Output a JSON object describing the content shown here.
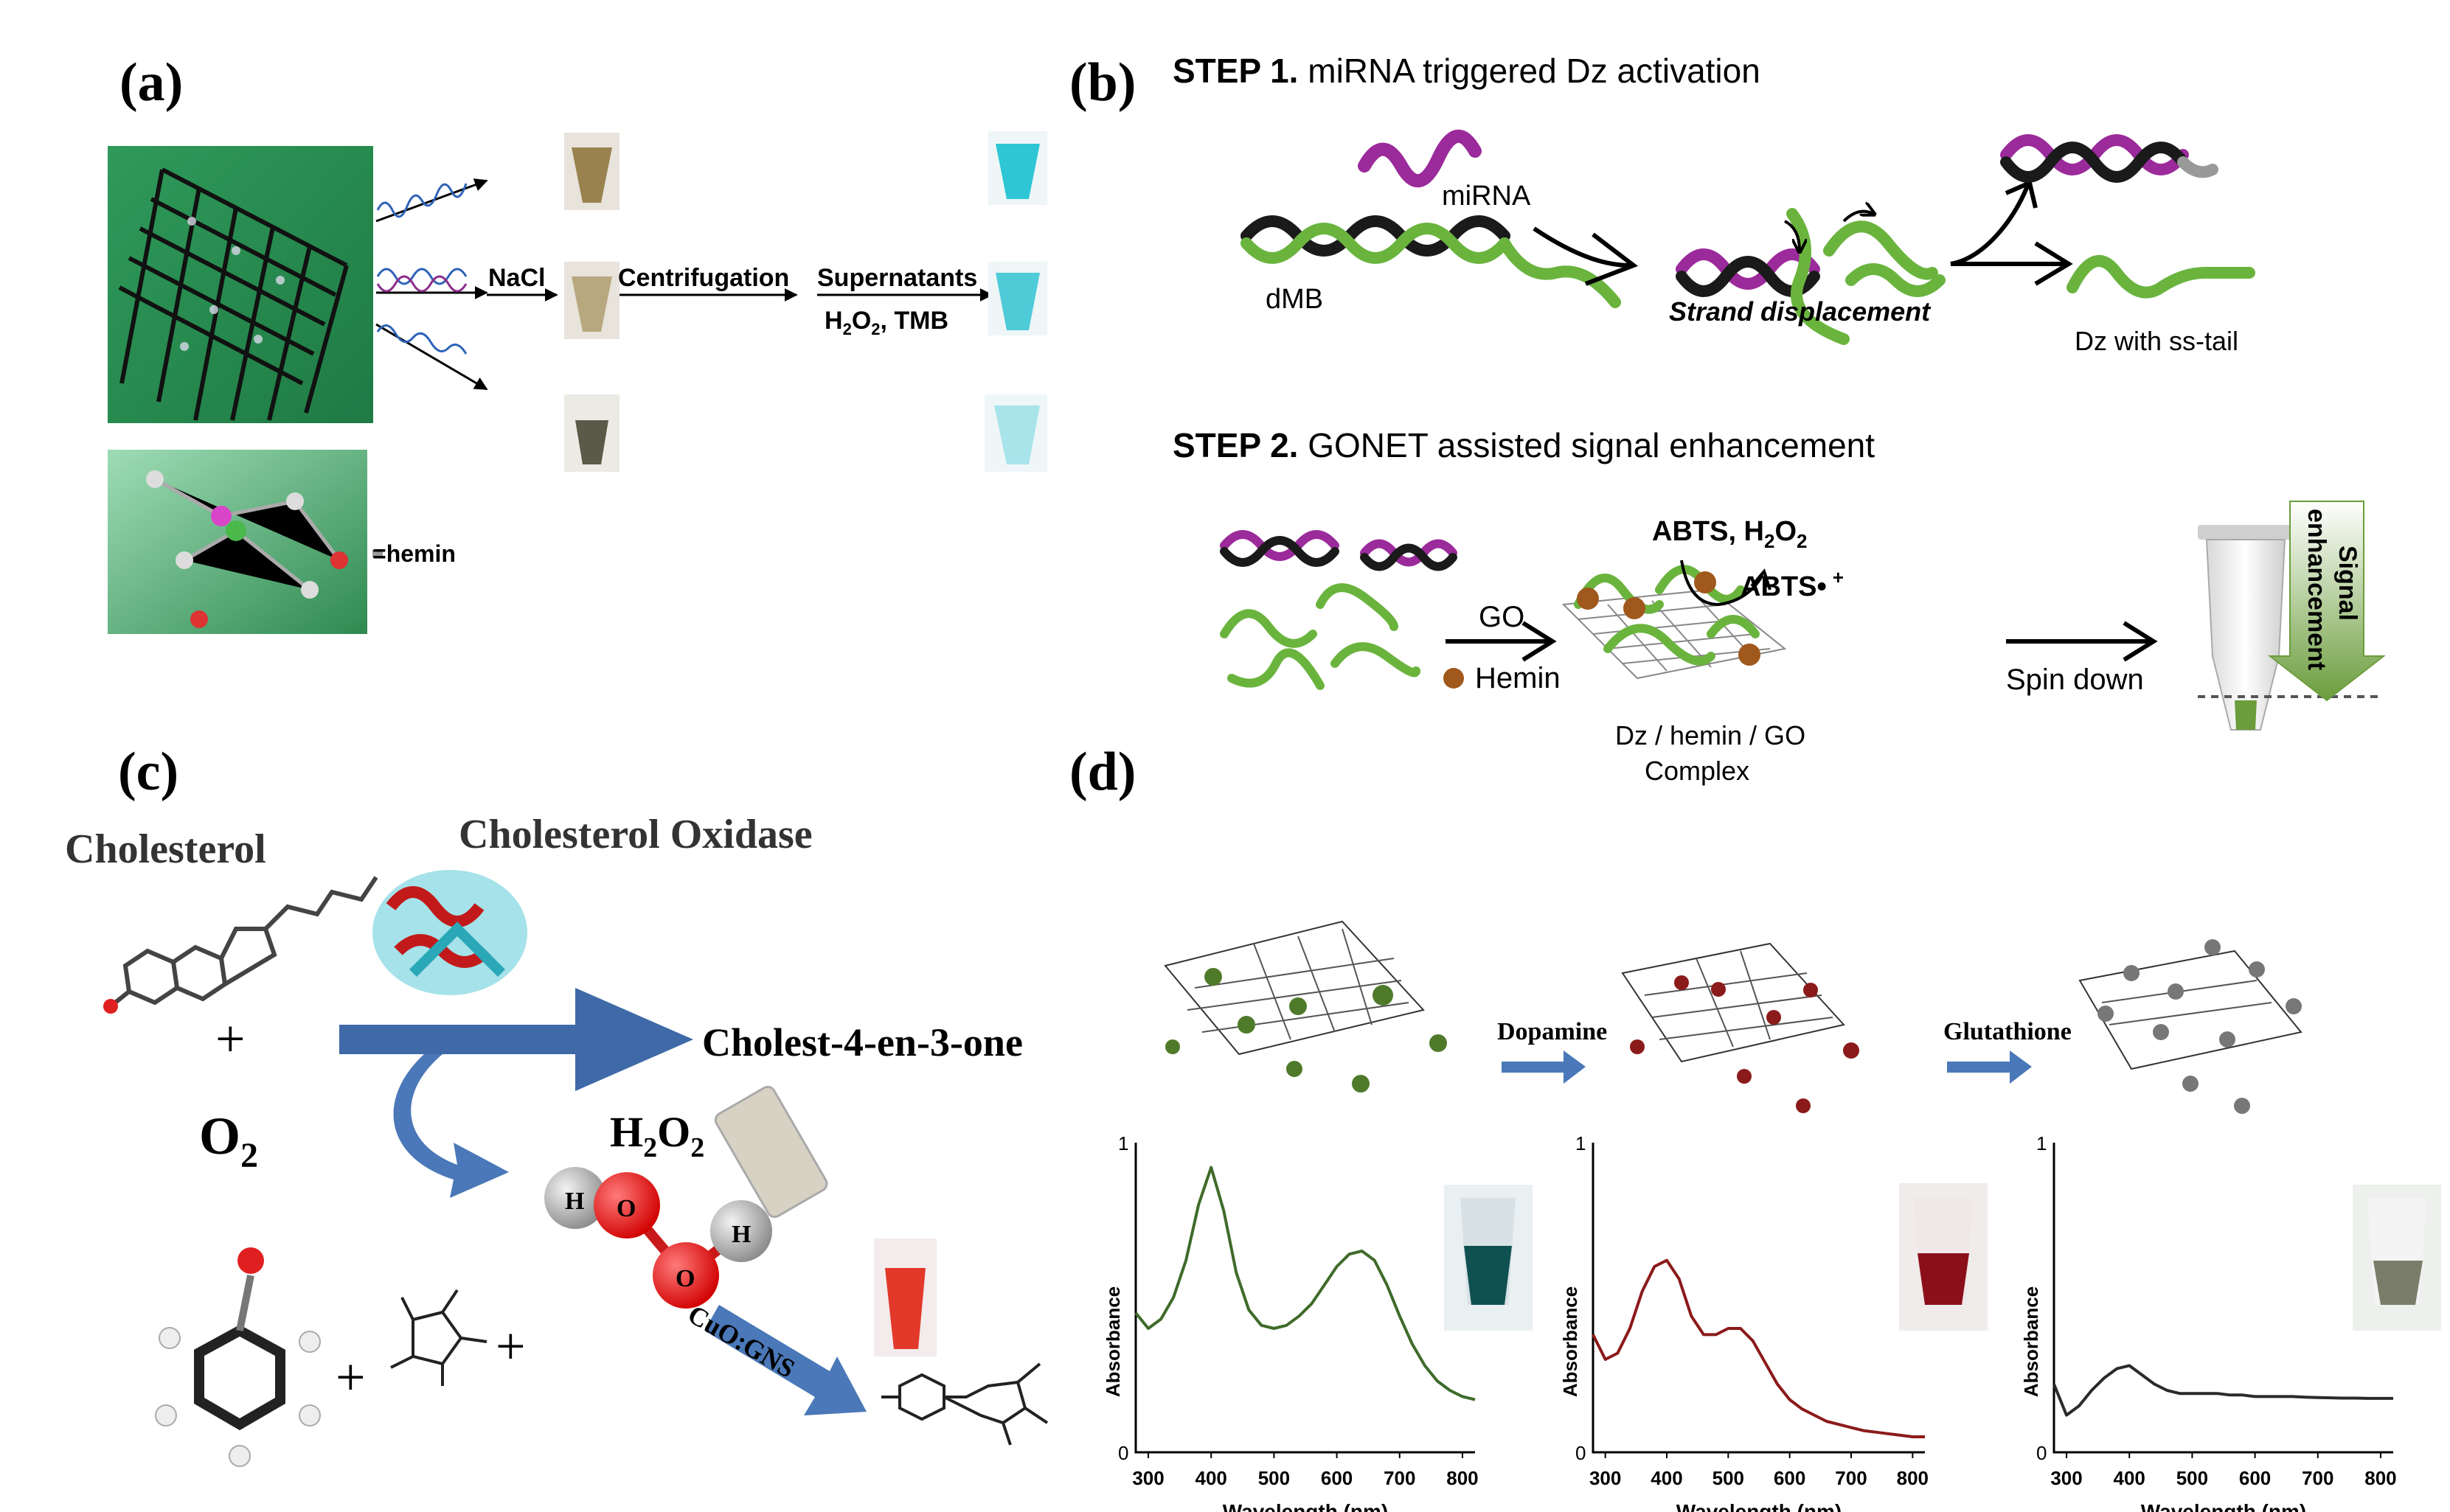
{
  "panels": {
    "a": {
      "label": "(a)",
      "steps": [
        "NaCl",
        "Centrifugation",
        "Supernatants"
      ],
      "reagents": [
        "H",
        "2",
        "O",
        "2",
        ", TMB"
      ],
      "hemin_label": "=hemin"
    },
    "b": {
      "label": "(b)",
      "step1_prefix": "STEP 1.",
      "step1_title": "miRNA triggered Dz activation",
      "mirna": "miRNA",
      "dmb": "dMB",
      "strand_displacement": "Strand displacement",
      "dz_tail": "Dz with ss-tail",
      "step2_prefix": "STEP 2.",
      "step2_title": "GONET assisted signal enhancement",
      "go": "GO",
      "hemin": "Hemin",
      "abts_h2o2": [
        "ABTS, H",
        "2",
        "O",
        "2"
      ],
      "abts_radical": "ABTS•",
      "abts_sup": "+",
      "complex_line1": "Dz / hemin / GO",
      "complex_line2": "Complex",
      "spin_down": "Spin down",
      "signal": "Signal",
      "enhancement": "enhancement"
    },
    "c": {
      "label": "(c)",
      "cholesterol": "Cholesterol",
      "oxidase": "Cholesterol Oxidase",
      "plus": "+",
      "o2": [
        "O",
        "2"
      ],
      "product": "Cholest-4-en-3-one",
      "h2o2": [
        "H",
        "2",
        "O",
        "2"
      ],
      "atom_h": "H",
      "atom_o": "O",
      "catalyst": "CuO:GNS"
    },
    "d": {
      "label": "(d)",
      "dopamine": "Dopamine",
      "glutathione": "Glutathione",
      "y_label": "Absorbance",
      "x_label": "Wavelength (nm)",
      "y_ticks": [
        "0",
        "1"
      ],
      "x_ticks": [
        "300",
        "400",
        "500",
        "600",
        "700",
        "800"
      ]
    }
  },
  "colors": {
    "dna_green": "#6ab43e",
    "dna_purple": "#9b2a9b",
    "dna_black": "#1a1a1a",
    "arrow_blue": "#3f6aa7",
    "tmb_blue": "#3ec9d6",
    "curve1": "#3f6b2a",
    "curve2": "#8b1a1a",
    "curve3": "#2a2a2a",
    "h2o2_red": "#e31b1b"
  },
  "chart_data": [
    {
      "type": "line",
      "xlabel": "Wavelength (nm)",
      "ylabel": "Absorbance",
      "xlim": [
        280,
        820
      ],
      "ylim": [
        0,
        1
      ],
      "x": [
        280,
        300,
        320,
        340,
        360,
        380,
        400,
        420,
        440,
        460,
        480,
        500,
        520,
        540,
        560,
        580,
        600,
        620,
        640,
        660,
        680,
        700,
        720,
        740,
        760,
        780,
        800,
        820
      ],
      "series": [
        {
          "values": [
            0.45,
            0.4,
            0.43,
            0.5,
            0.62,
            0.8,
            0.92,
            0.78,
            0.58,
            0.46,
            0.41,
            0.4,
            0.41,
            0.44,
            0.48,
            0.54,
            0.6,
            0.64,
            0.65,
            0.62,
            0.54,
            0.44,
            0.35,
            0.28,
            0.23,
            0.2,
            0.18,
            0.17
          ]
        }
      ]
    },
    {
      "type": "line",
      "xlabel": "Wavelength (nm)",
      "ylabel": "Absorbance",
      "xlim": [
        280,
        820
      ],
      "ylim": [
        0,
        1
      ],
      "x": [
        280,
        300,
        320,
        340,
        360,
        380,
        400,
        420,
        440,
        460,
        480,
        500,
        520,
        540,
        560,
        580,
        600,
        620,
        640,
        660,
        680,
        700,
        720,
        740,
        760,
        780,
        800,
        820
      ],
      "series": [
        {
          "values": [
            0.38,
            0.3,
            0.32,
            0.4,
            0.52,
            0.6,
            0.62,
            0.56,
            0.44,
            0.38,
            0.38,
            0.4,
            0.4,
            0.36,
            0.29,
            0.22,
            0.17,
            0.14,
            0.12,
            0.1,
            0.09,
            0.08,
            0.07,
            0.065,
            0.06,
            0.055,
            0.05,
            0.05
          ]
        }
      ]
    },
    {
      "type": "line",
      "xlabel": "Wavelength (nm)",
      "ylabel": "Absorbance",
      "xlim": [
        280,
        820
      ],
      "ylim": [
        0,
        1
      ],
      "x": [
        280,
        300,
        320,
        340,
        360,
        380,
        400,
        420,
        440,
        460,
        480,
        500,
        520,
        540,
        560,
        580,
        600,
        620,
        640,
        660,
        680,
        700,
        720,
        740,
        760,
        780,
        800,
        820
      ],
      "series": [
        {
          "values": [
            0.22,
            0.12,
            0.15,
            0.2,
            0.24,
            0.27,
            0.28,
            0.25,
            0.22,
            0.2,
            0.19,
            0.19,
            0.19,
            0.19,
            0.185,
            0.185,
            0.18,
            0.18,
            0.18,
            0.18,
            0.178,
            0.177,
            0.176,
            0.175,
            0.175,
            0.174,
            0.174,
            0.174
          ]
        }
      ]
    }
  ]
}
